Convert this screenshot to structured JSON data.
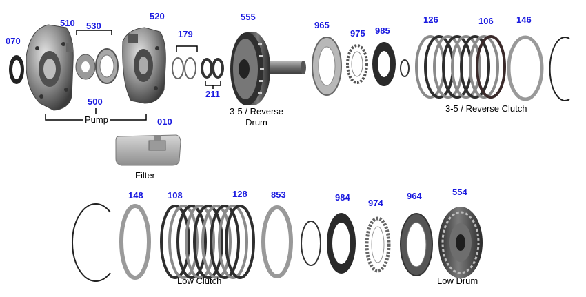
{
  "colors": {
    "part_number": "#1a1ae0",
    "caption": "#000000",
    "metal_dark": "#3a3a3a",
    "metal_mid": "#8a8a8a",
    "metal_light": "#c8c8c8",
    "friction": "#7a6a5a"
  },
  "part_numbers": {
    "p070": "070",
    "p510": "510",
    "p530": "530",
    "p520": "520",
    "p179": "179",
    "p555": "555",
    "p965": "965",
    "p975": "975",
    "p985": "985",
    "p126": "126",
    "p106": "106",
    "p146": "146",
    "p500": "500",
    "p211": "211",
    "p010": "010",
    "p148": "148",
    "p108": "108",
    "p128": "128",
    "p853": "853",
    "p984": "984",
    "p974": "974",
    "p964": "964",
    "p554": "554"
  },
  "captions": {
    "pump": "Pump",
    "filter": "Filter",
    "drum_line1": "3-5 / Reverse",
    "drum_line2": "Drum",
    "rev_clutch": "3-5 / Reverse Clutch",
    "low_clutch": "Low Clutch",
    "low_drum": "Low Drum"
  }
}
